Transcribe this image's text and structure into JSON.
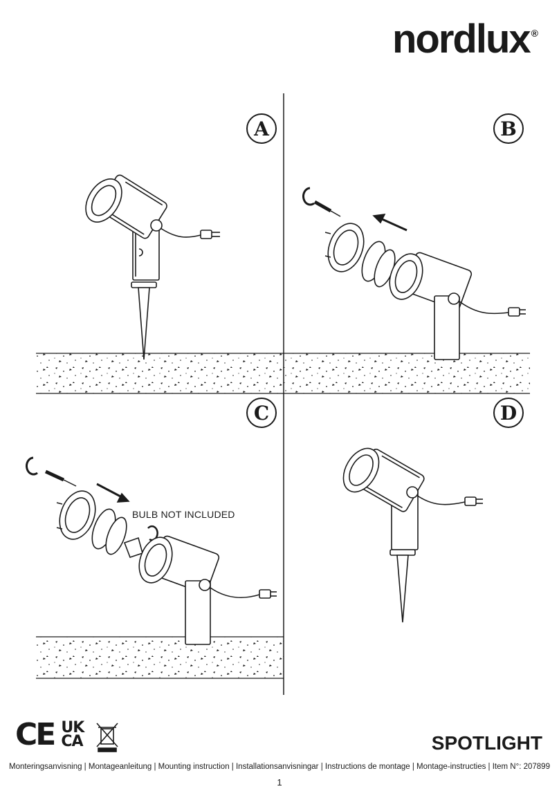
{
  "brand": {
    "name": "nordlux",
    "registered": "®"
  },
  "panels": {
    "a": "A",
    "b": "B",
    "c": "C",
    "d": "D"
  },
  "notes": {
    "bulb": "BULB NOT INCLUDED"
  },
  "marks": {
    "ce": "CE",
    "ukca_top": "UK",
    "ukca_bottom": "CA"
  },
  "product": {
    "title": "SPOTLIGHT"
  },
  "footer": {
    "languages": "Monteringsanvisning | Montageanleitung | Mounting instruction | Installationsanvisningar | Instructions de montage | Montage-instructies | Item N°: 207899",
    "page": "1"
  }
}
